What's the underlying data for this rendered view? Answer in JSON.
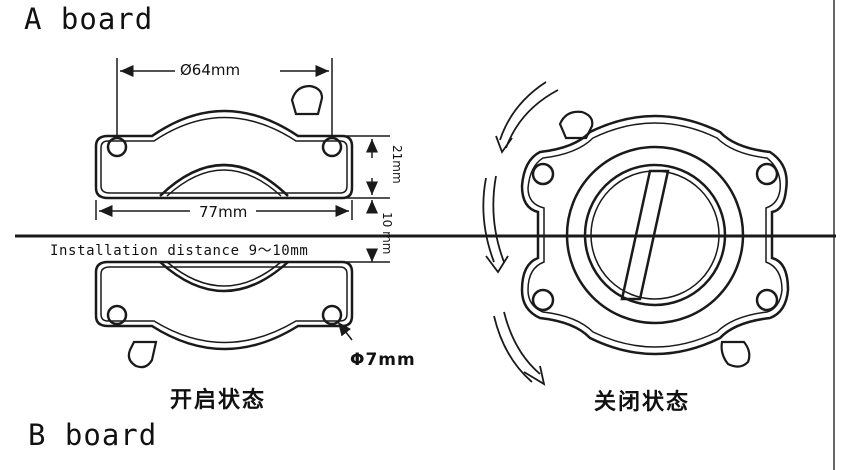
{
  "title_top": "A board",
  "title_bottom": "B board",
  "dimensions": {
    "hole_spacing": "Ø64mm",
    "width": "77mm",
    "height": "21mm",
    "gap": "10 mm",
    "hole_diameter": "Φ7mm"
  },
  "installation_note": "Installation distance 9～10mm",
  "states": {
    "open": "开启状态",
    "closed": "关闭状态"
  },
  "colors": {
    "line": "#1a1a1a",
    "background": "#ffffff"
  }
}
